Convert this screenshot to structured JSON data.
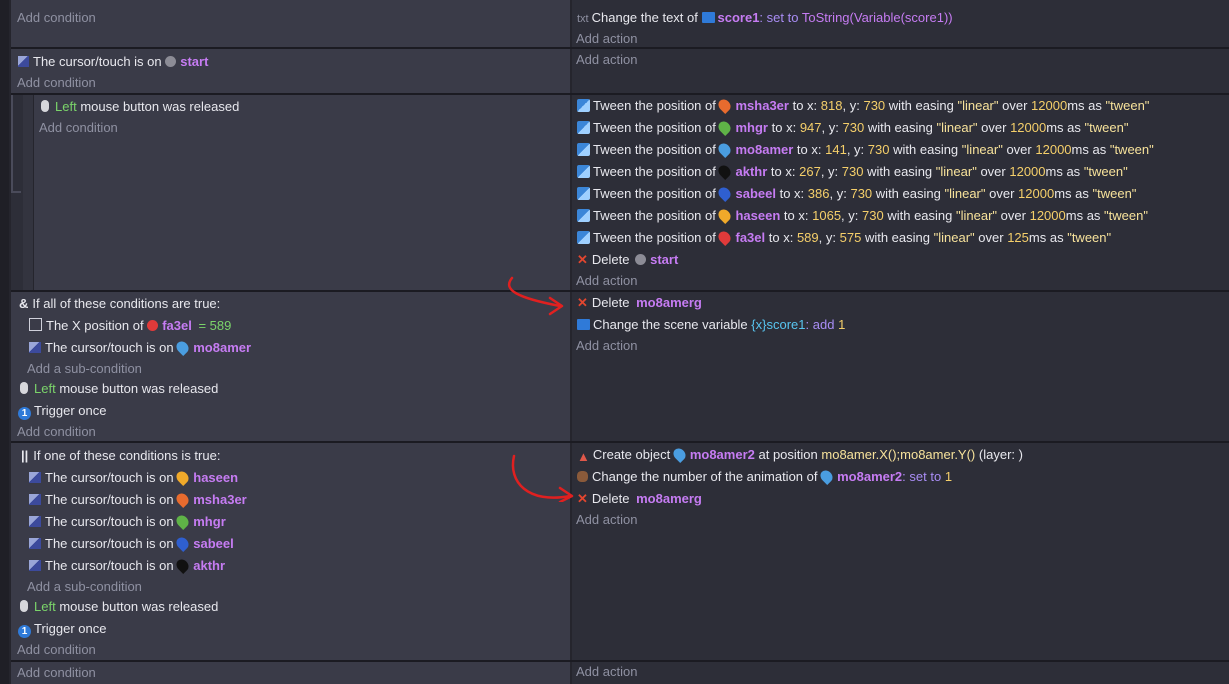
{
  "common": {
    "add_condition": "Add condition",
    "add_action": "Add action",
    "add_subcondition": "Add a sub-condition",
    "cursor_is_on": "The cursor/touch is on",
    "left": "Left",
    "mouse_released": "mouse button was released",
    "trigger_once": "Trigger once",
    "delete": "Delete",
    "tween_prefix": "Tween the position of",
    "to_x": "to x:",
    "y": ", y:",
    "with_easing": "with easing",
    "linear": "\"linear\"",
    "over": "over",
    "ms_as": "ms as",
    "tween": "\"tween\""
  },
  "event0": {
    "action_text_prefix": "Change the text of",
    "action_obj": "score1",
    "action_set": ": set to",
    "action_expr": "ToString(Variable(score1))"
  },
  "event1": {
    "object": "start"
  },
  "event2": {
    "tweens": [
      {
        "obj": "msha3er",
        "x": "818",
        "y": "730",
        "ms": "12000",
        "color": "#e86b2e"
      },
      {
        "obj": "mhgr",
        "x": "947",
        "y": "730",
        "ms": "12000",
        "color": "#5fb347"
      },
      {
        "obj": "mo8amer",
        "x": "141",
        "y": "730",
        "ms": "12000",
        "color": "#4a9de0"
      },
      {
        "obj": "akthr",
        "x": "267",
        "y": "730",
        "ms": "12000",
        "color": "#111111"
      },
      {
        "obj": "sabeel",
        "x": "386",
        "y": "730",
        "ms": "12000",
        "color": "#2f5fd0"
      },
      {
        "obj": "haseen",
        "x": "1065",
        "y": "730",
        "ms": "12000",
        "color": "#f0a92a"
      },
      {
        "obj": "fa3el",
        "x": "589",
        "y": "575",
        "ms": "125",
        "color": "#e03a3a"
      }
    ],
    "delete_obj": "start"
  },
  "event3": {
    "all_header": "If all of these conditions are true:",
    "xpos_prefix": "The X position of",
    "xpos_obj": "fa3el",
    "xpos_eq": "= 589",
    "cursor_obj": "mo8amer",
    "delete_obj": "mo8amerg",
    "scene_prefix": "Change the scene variable",
    "scene_var": "score1",
    "scene_add": ": add",
    "scene_val": "1"
  },
  "event4": {
    "one_header": "If one of these conditions is true:",
    "cursor_objs": [
      {
        "obj": "haseen",
        "color": "#f0a92a"
      },
      {
        "obj": "msha3er",
        "color": "#e86b2e"
      },
      {
        "obj": "mhgr",
        "color": "#5fb347"
      },
      {
        "obj": "sabeel",
        "color": "#2f5fd0"
      },
      {
        "obj": "akthr",
        "color": "#111111"
      }
    ],
    "create_prefix": "Create object",
    "create_obj": "mo8amer2",
    "create_mid": "at position",
    "create_pos": "mo8amer.X();mo8amer.Y()",
    "create_layer": "(layer: )",
    "anim_prefix": "Change the number of the animation of",
    "anim_obj": "mo8amer2",
    "anim_set": ": set to",
    "anim_val": "1",
    "delete_obj": "mo8amerg"
  },
  "colors": {
    "object": "#c67cf3",
    "number": "#f5cf6a",
    "keyword": "#a98df5",
    "arrow": "#e02020"
  }
}
